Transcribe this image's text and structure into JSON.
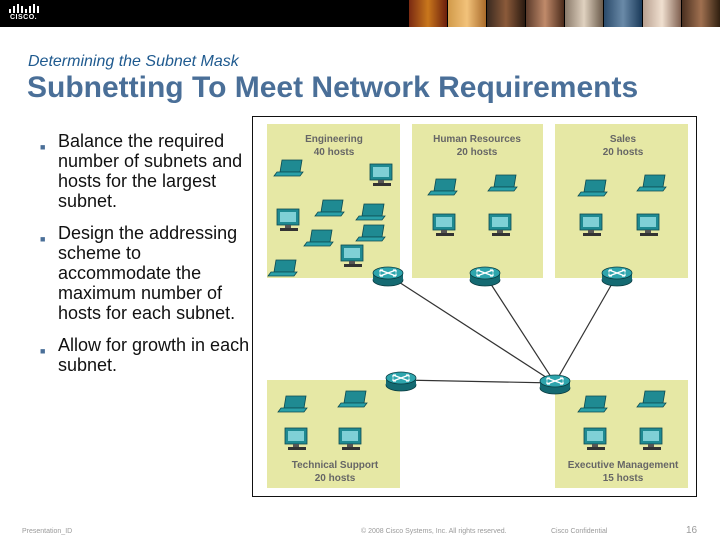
{
  "header": {
    "logo_text": "CISCO.",
    "subtitle": "Determining the Subnet  Mask",
    "title": "Subnetting To Meet Network Requirements"
  },
  "bullets": [
    "Balance the required number of subnets and hosts for the largest subnet.",
    "Design the addressing scheme to accommodate the maximum number of hosts for each subnet.",
    "Allow for growth in each subnet."
  ],
  "diagram": {
    "subnets": [
      {
        "name": "Engineering",
        "hosts": "40 hosts"
      },
      {
        "name": "Human Resources",
        "hosts": "20 hosts"
      },
      {
        "name": "Sales",
        "hosts": "20 hosts"
      },
      {
        "name": "Technical Support",
        "hosts": "20 hosts"
      },
      {
        "name": "Executive Management",
        "hosts": "15 hosts"
      }
    ]
  },
  "footer": {
    "presentation_id": "Presentation_ID",
    "copyright": "© 2008 Cisco Systems, Inc. All rights reserved.",
    "confidential": "Cisco Confidential",
    "page_number": "16"
  },
  "colors": {
    "zone_fill": "#e6e8a5",
    "device_teal": "#1f8a92",
    "title_blue": "#4a6f98",
    "subtitle_blue": "#1f5a8f"
  }
}
